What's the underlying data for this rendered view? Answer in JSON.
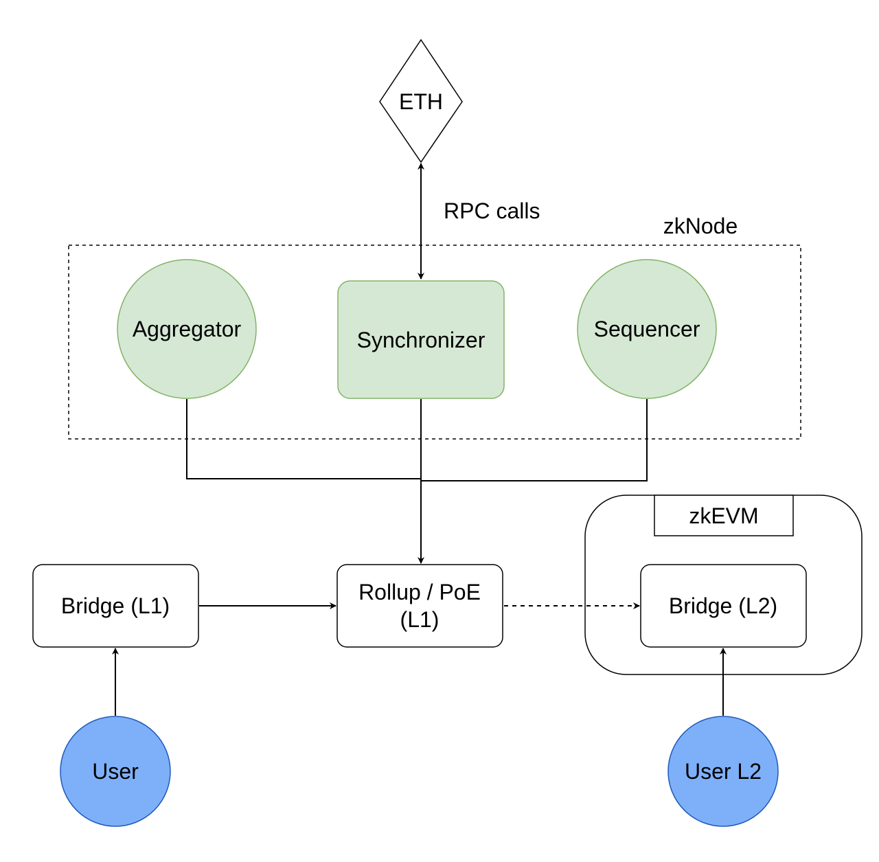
{
  "diagram": {
    "eth": "ETH",
    "rpc_calls": "RPC calls",
    "zknode": "zkNode",
    "aggregator": "Aggregator",
    "synchronizer": "Synchronizer",
    "sequencer": "Sequencer",
    "bridge_l1": "Bridge (L1)",
    "rollup_line1": "Rollup / PoE",
    "rollup_line2": "(L1)",
    "zkevm": "zkEVM",
    "bridge_l2": "Bridge (L2)",
    "user": "User",
    "user_l2": "User L2"
  },
  "colors": {
    "green_fill": "#d5e8d4",
    "green_stroke": "#82b366",
    "blue_fill": "#7eb0f9",
    "blue_stroke": "#1f5ab8",
    "box_stroke": "#000000"
  }
}
